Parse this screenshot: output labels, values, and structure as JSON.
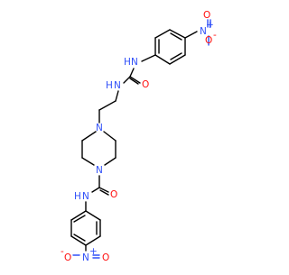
{
  "molecule": {
    "top_nitro": {
      "n": "N",
      "n_charge": "+",
      "o_single": "O",
      "o_single_charge": "-",
      "o_double": "O"
    },
    "urea": {
      "nh1": "N",
      "nh1_h": "H",
      "o": "O",
      "nh2": "N",
      "nh2_h": "H"
    },
    "piperazine": {
      "n1": "N",
      "n2": "N"
    },
    "amide": {
      "o": "O",
      "nh": "N",
      "nh_h": "H"
    },
    "bottom_nitro": {
      "n": "N",
      "n_charge": "+",
      "o_single": "O",
      "o_single_charge": "-",
      "o_double": "O"
    }
  },
  "colors": {
    "carbon": "#000000",
    "nitrogen": "#3050f8",
    "oxygen": "#ff0d0d"
  }
}
